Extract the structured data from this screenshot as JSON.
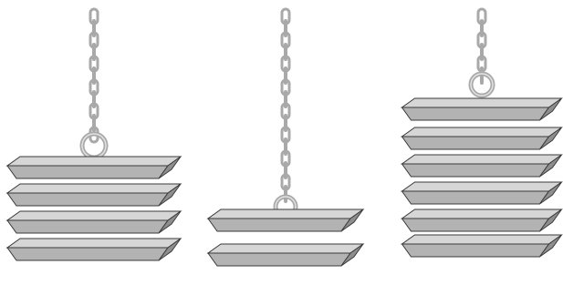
{
  "scene": {
    "background": "#ffffff",
    "colors": {
      "slab_top": "#d6d6d6",
      "slab_side": "#8e8e8e",
      "slab_front": "#b3b3b3",
      "outline": "#3a3a3a",
      "chain": "#a9a9a9",
      "chain_highlight": "#e2e2e2"
    },
    "stacks": [
      {
        "name": "left-stack",
        "slab_count": 4,
        "chain": "chain-with-ring"
      },
      {
        "name": "middle-stack",
        "slab_count": 2,
        "chain": "chain-with-ring"
      },
      {
        "name": "right-stack",
        "slab_count": 6,
        "chain": "chain-with-ring"
      }
    ]
  }
}
